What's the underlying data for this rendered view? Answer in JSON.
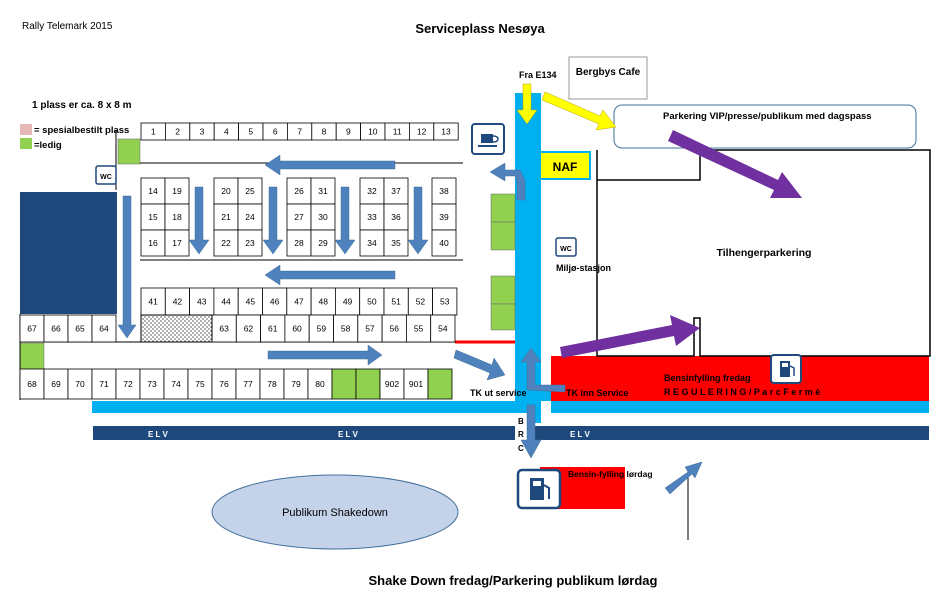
{
  "header": {
    "event": "Rally Telemark 2015",
    "title": "Serviceplass Nesøya"
  },
  "legend": {
    "size_note": "1 plass er ca. 8 x 8 m",
    "special_label": "= spesialbestilt plass",
    "free_label": "=ledig",
    "special_color": "#e6b8b8",
    "free_color": "#92d050"
  },
  "colors": {
    "road": "#00b0f0",
    "river": "#1f497d",
    "arrow": "#4f81bd",
    "yellow_arrow": "#ffff00",
    "purple_arrow": "#7030a0",
    "fuel_red": "#ff0000",
    "building": "#1f497d",
    "naf": "#ffff00",
    "shakedown_fill": "#c5d3ea"
  },
  "plots": {
    "top_row": [
      "1",
      "2",
      "3",
      "4",
      "5",
      "6",
      "7",
      "8",
      "9",
      "10",
      "11",
      "12",
      "13"
    ],
    "block_a": [
      "14",
      "19",
      "15",
      "18",
      "16",
      "17"
    ],
    "block_b": [
      "20",
      "25",
      "21",
      "24",
      "22",
      "23"
    ],
    "block_c": [
      "26",
      "31",
      "27",
      "30",
      "28",
      "29"
    ],
    "block_d": [
      "32",
      "37",
      "33",
      "36",
      "34",
      "35"
    ],
    "block_e": [
      "38",
      "39",
      "40"
    ],
    "row_upper": [
      "41",
      "42",
      "43",
      "44",
      "45",
      "46",
      "47",
      "48",
      "49",
      "50",
      "51",
      "52",
      "53"
    ],
    "row_lower": [
      "63",
      "62",
      "61",
      "60",
      "59",
      "58",
      "57",
      "56",
      "55",
      "54"
    ],
    "left_block": [
      "67",
      "66",
      "65",
      "64"
    ],
    "bottom_row": [
      "68",
      "69",
      "70",
      "71",
      "72",
      "73",
      "74",
      "75",
      "76",
      "77",
      "78",
      "79",
      "80",
      "",
      "",
      "902",
      "901",
      ""
    ]
  },
  "labels": {
    "fra_e134": "Fra E134",
    "cafe": "Bergbys Cafe",
    "parking_vip": "Parkering VIP/presse/publikum med dagspass",
    "naf": "NAF",
    "trailer_parking": "Tilhengerparkering",
    "miljostasjon": "Miljø-stasjon",
    "tk_out": "TK ut service",
    "tk_in": "TK inn Service",
    "fuel_friday": "Bensinfylling fredag",
    "regulering": "R E G U L E R I N G / P a r c   F e r m è",
    "elv": "E L V",
    "brc": [
      "B",
      "R",
      "C"
    ],
    "fuel_saturday": "Bensin-fylling lørdag",
    "shakedown": "Publikum Shakedown",
    "wc": "WC"
  },
  "footer": {
    "title": "Shake Down fredag/Parkering publikum lørdag"
  },
  "icons": [
    "coffee-icon",
    "wc-icon",
    "fuel-pump-icon"
  ]
}
